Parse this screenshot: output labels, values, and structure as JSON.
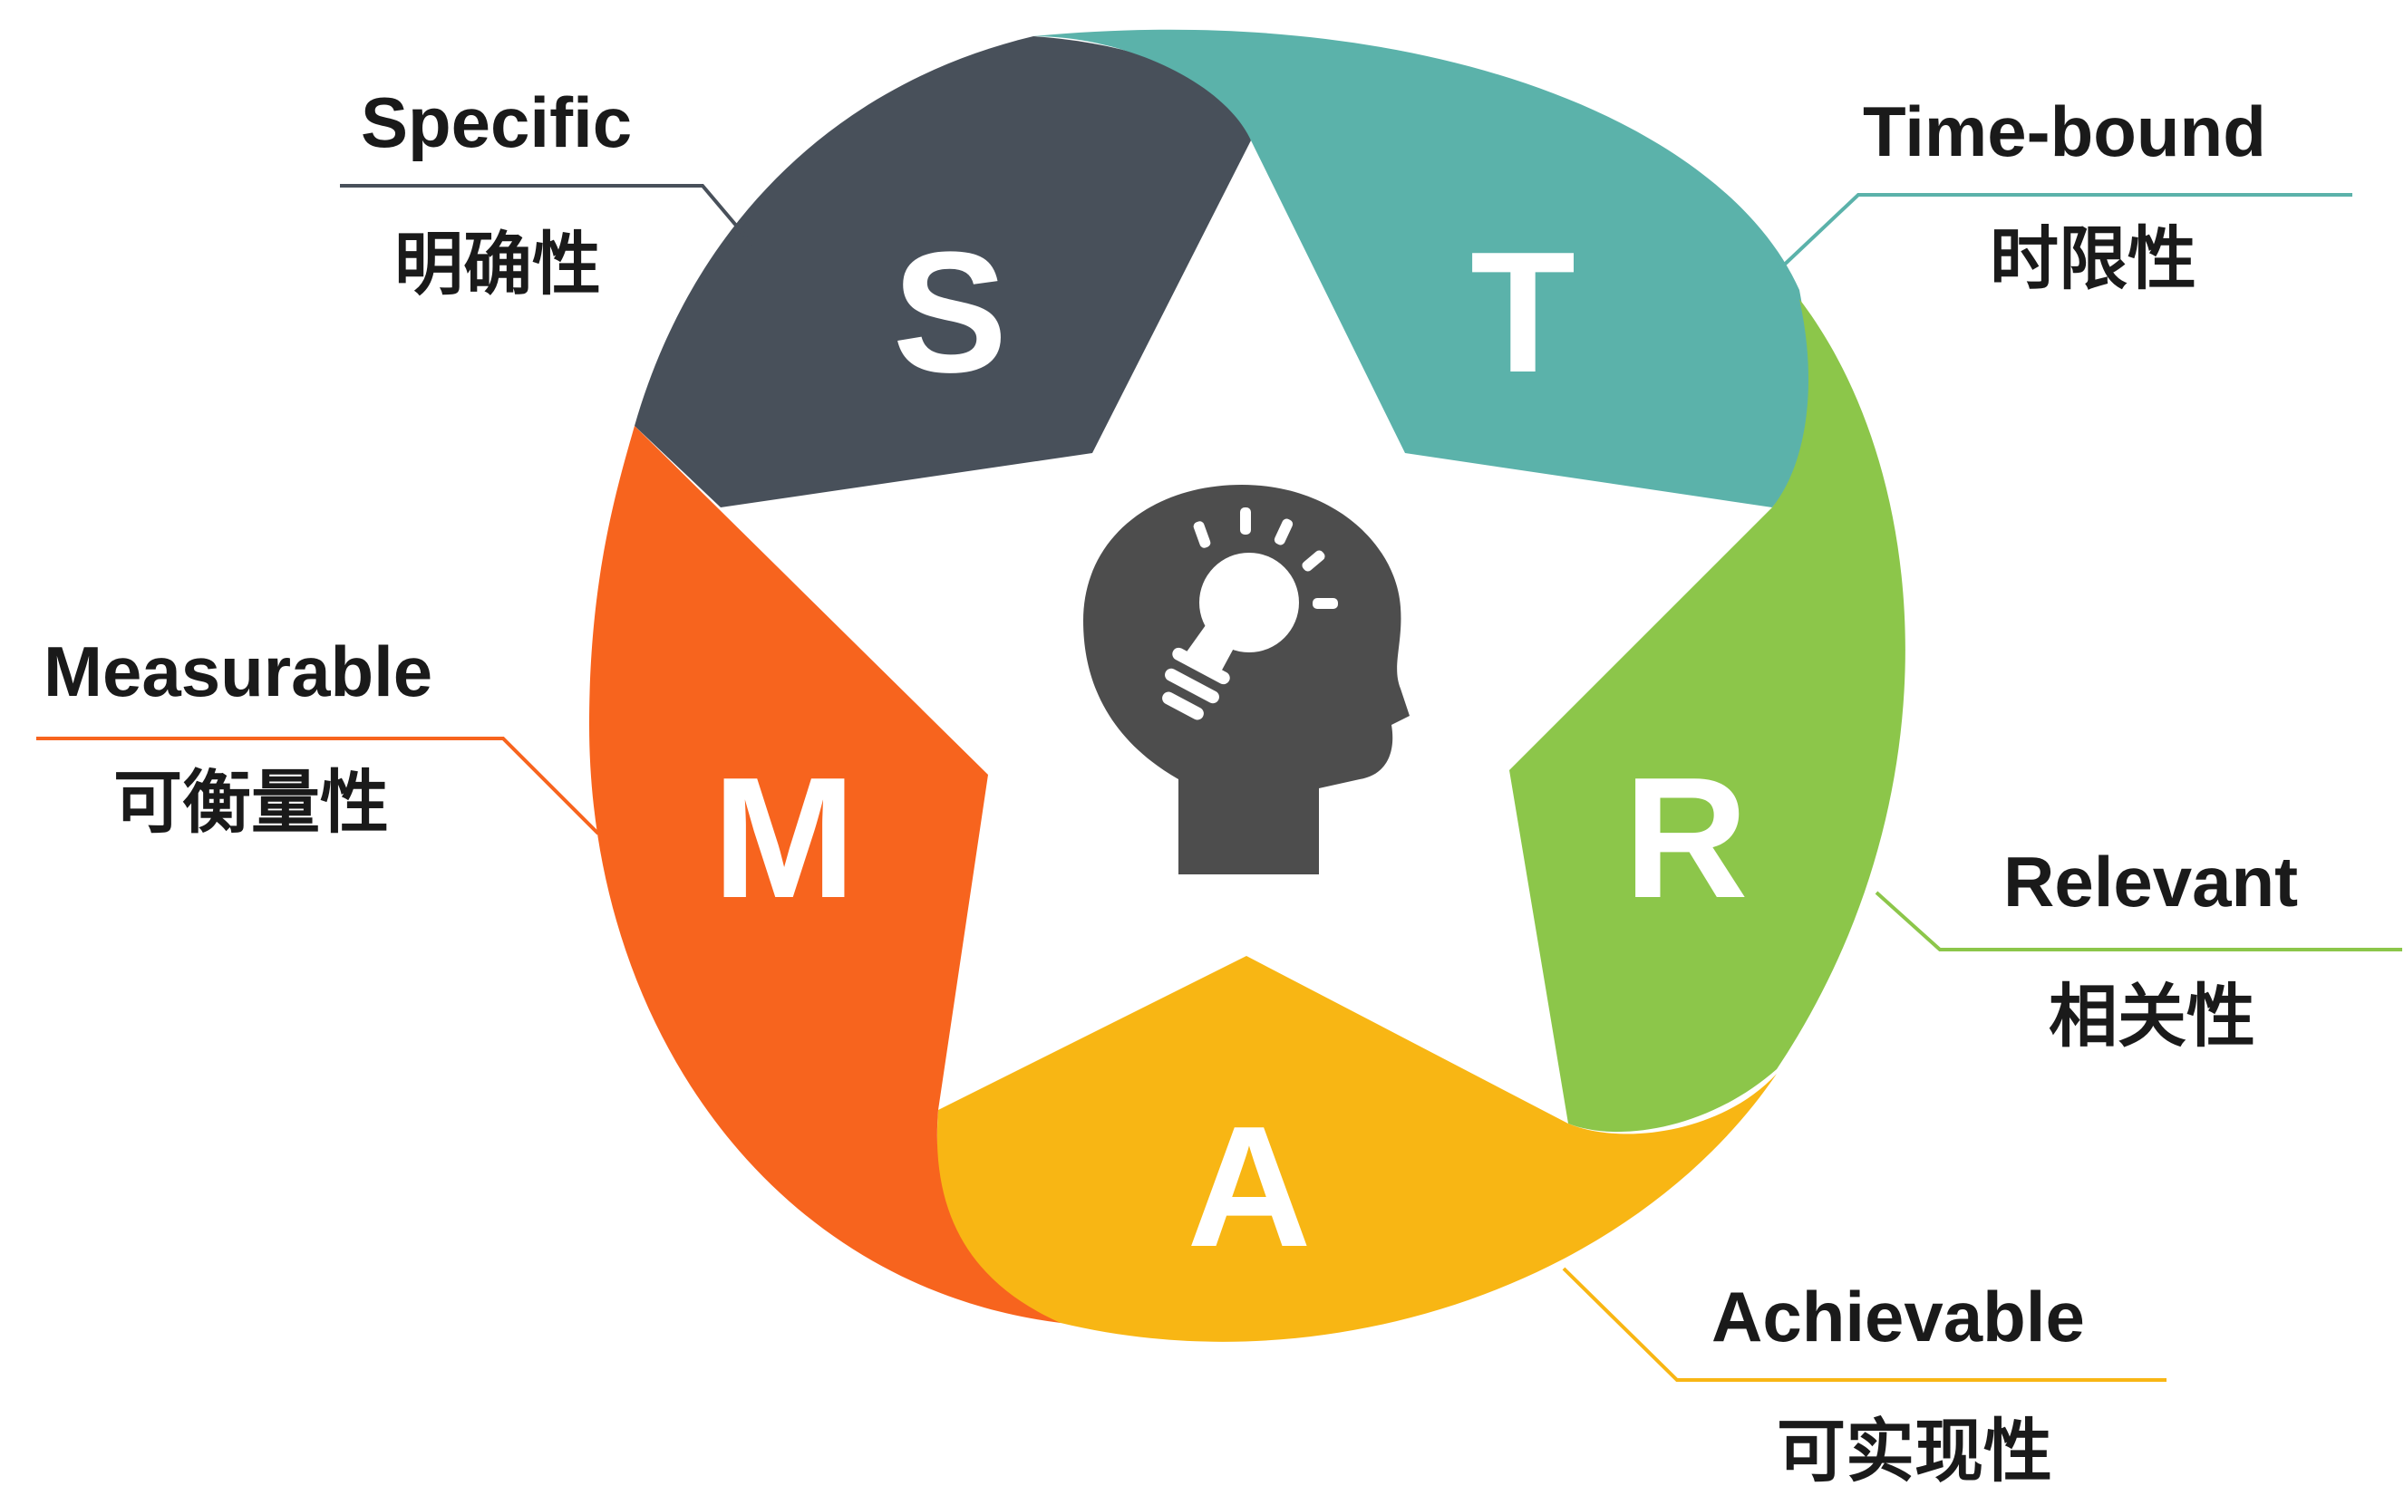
{
  "segments": [
    {
      "letter": "S",
      "en": "Specific",
      "cn": "明确性",
      "color": "#48505a"
    },
    {
      "letter": "T",
      "en": "Time-bound",
      "cn": "时限性",
      "color": "#5bb2aa"
    },
    {
      "letter": "R",
      "en": "Relevant",
      "cn": "相关性",
      "color": "#8cc64a"
    },
    {
      "letter": "A",
      "en": "Achievable",
      "cn": "可实现性",
      "color": "#f8b614"
    },
    {
      "letter": "M",
      "en": "Measurable",
      "cn": "可衡量性",
      "color": "#f7641e"
    }
  ],
  "center_icon": {
    "name": "head-lightbulb-icon",
    "color": "#4d4d4d"
  }
}
